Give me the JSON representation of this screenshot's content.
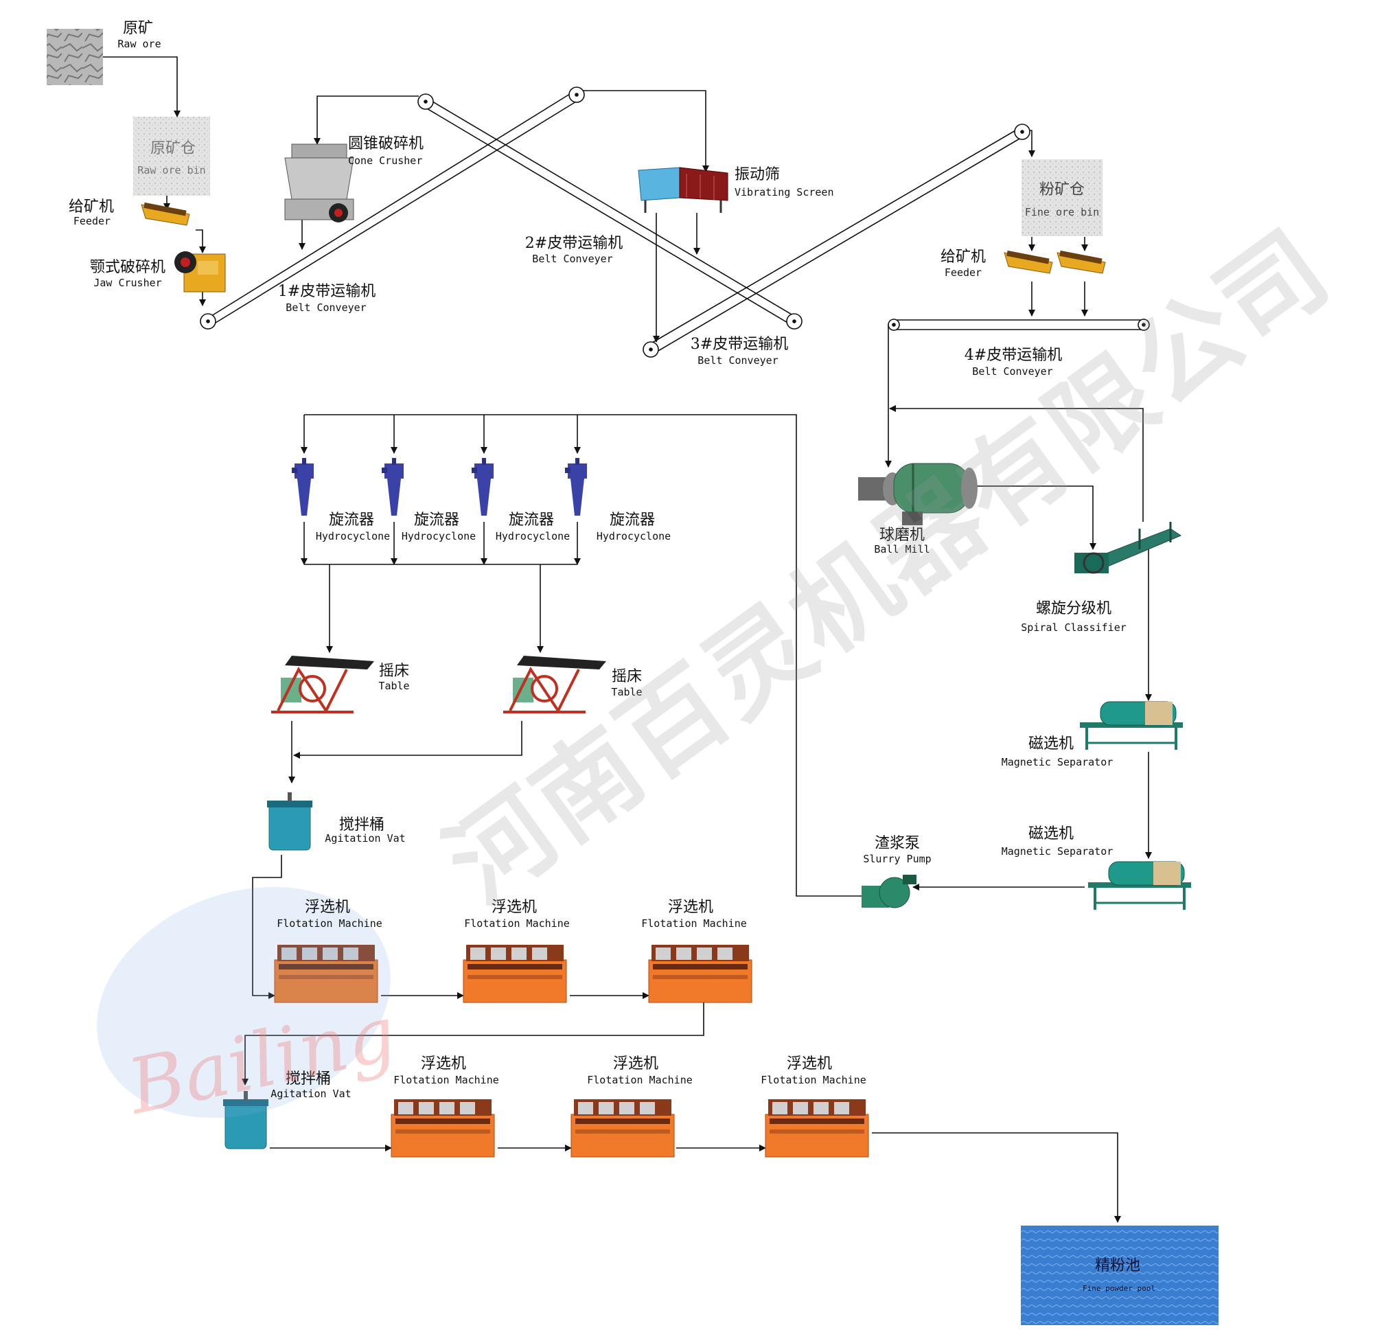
{
  "labels": {
    "raw_ore": {
      "cn": "原矿",
      "en": "Raw ore"
    },
    "raw_ore_bin": {
      "cn": "原矿仓",
      "en": "Raw ore bin"
    },
    "feeder1": {
      "cn": "给矿机",
      "en": "Feeder"
    },
    "jaw_crusher": {
      "cn": "颚式破碎机",
      "en": "Jaw Crusher"
    },
    "cone_crusher": {
      "cn": "圆锥破碎机",
      "en": "Cone Crusher"
    },
    "belt1": {
      "cn": "1#皮带运输机",
      "en": "Belt Conveyer"
    },
    "belt2": {
      "cn": "2#皮带运输机",
      "en": "Belt Conveyer"
    },
    "vibrating_screen": {
      "cn": "振动筛",
      "en": "Vibrating Screen"
    },
    "belt3": {
      "cn": "3#皮带运输机",
      "en": "Belt Conveyer"
    },
    "fine_ore_bin": {
      "cn": "粉矿仓",
      "en": "Fine ore bin"
    },
    "feeder2": {
      "cn": "给矿机",
      "en": "Feeder"
    },
    "belt4": {
      "cn": "4#皮带运输机",
      "en": "Belt Conveyer"
    },
    "ball_mill": {
      "cn": "球磨机",
      "en": "Ball Mill"
    },
    "spiral_classifier": {
      "cn": "螺旋分级机",
      "en": "Spiral Classifier"
    },
    "magnetic_sep1": {
      "cn": "磁选机",
      "en": "Magnetic Separator"
    },
    "magnetic_sep2": {
      "cn": "磁选机",
      "en": "Magnetic Separator"
    },
    "slurry_pump": {
      "cn": "渣浆泵",
      "en": "Slurry Pump"
    },
    "hydrocyclone1": {
      "cn": "旋流器",
      "en": "Hydrocyclone"
    },
    "hydrocyclone2": {
      "cn": "旋流器",
      "en": "Hydrocyclone"
    },
    "hydrocyclone3": {
      "cn": "旋流器",
      "en": "Hydrocyclone"
    },
    "hydrocyclone4": {
      "cn": "旋流器",
      "en": "Hydrocyclone"
    },
    "table1": {
      "cn": "摇床",
      "en": "Table"
    },
    "table2": {
      "cn": "摇床",
      "en": "Table"
    },
    "agitation_vat1": {
      "cn": "搅拌桶",
      "en": "Agitation Vat"
    },
    "agitation_vat2": {
      "cn": "搅拌桶",
      "en": "Agitation Vat"
    },
    "flotation1": {
      "cn": "浮选机",
      "en": "Flotation Machine"
    },
    "flotation2": {
      "cn": "浮选机",
      "en": "Flotation Machine"
    },
    "flotation3": {
      "cn": "浮选机",
      "en": "Flotation Machine"
    },
    "flotation4": {
      "cn": "浮选机",
      "en": "Flotation Machine"
    },
    "flotation5": {
      "cn": "浮选机",
      "en": "Flotation Machine"
    },
    "flotation6": {
      "cn": "浮选机",
      "en": "Flotation Machine"
    },
    "fine_powder_pool": {
      "cn": "精粉池",
      "en": "Fine powder pool"
    }
  },
  "watermark": "河南百灵机器有限公司",
  "logo": "Bailing",
  "colors": {
    "flotation": "#f07a2a",
    "vat": "#2a9bb3",
    "cyclone": "#3a42a8",
    "pool": "#3b7fd0",
    "mill": "#4a8f6a",
    "separator": "#1f9a8a",
    "crusher_body": "#e8a820"
  }
}
